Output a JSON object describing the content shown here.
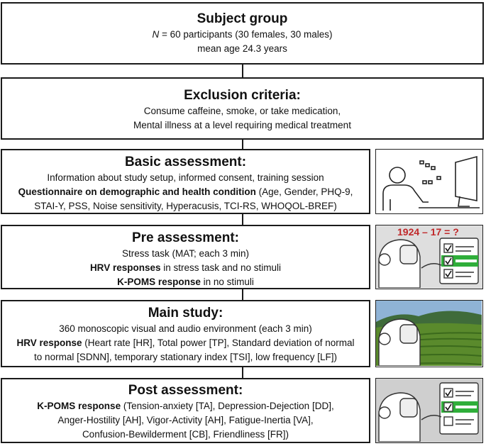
{
  "subject_group": {
    "title": "Subject group",
    "n_symbol": "N",
    "line1_rest": " = 60 participants (30 females, 30 males)",
    "line2": "mean age 24.3 years"
  },
  "exclusion": {
    "title": "Exclusion criteria:",
    "line1": "Consume caffeine, smoke, or take medication,",
    "line2": "Mental illness at a level requiring medical treatment"
  },
  "basic": {
    "title": "Basic assessment:",
    "line1": "Information about study setup, informed consent, training session",
    "line2_bold": "Questionnaire on demographic and health condition",
    "line2_rest": " (Age, Gender, PHQ-9,",
    "line3": "STAI-Y, PSS, Noise sensitivity, Hyperacusis, TCI-RS, WHOQOL-BREF)"
  },
  "pre": {
    "title": "Pre assessment:",
    "line1": "Stress task (MAT; each 3 min)",
    "line2_bold": "HRV responses",
    "line2_rest": " in stress task and no stimuli",
    "line3_bold": "K-POMS response",
    "line3_rest": " in no stimuli",
    "equation": "1924 – 17 = ?"
  },
  "main": {
    "title": "Main study:",
    "line1": "360 monoscopic visual and audio environment (each 3 min)",
    "line2_bold": "HRV response",
    "line2_rest": " (Heart rate [HR], Total power [TP], Standard deviation of normal",
    "line3": "to normal [SDNN], temporary stationary index [TSI], low frequency [LF])"
  },
  "post": {
    "title": "Post assessment:",
    "line1_bold": "K-POMS response",
    "line1_rest": " (Tension-anxiety [TA], Depression-Dejection [DD],",
    "line2": "Anger-Hostility [AH], Vigor-Activity [AH], Fatigue-Inertia [VA],",
    "line3": "Confusion-Bewilderment [CB], Friendliness [FR])"
  },
  "colors": {
    "border": "#1a1a1a",
    "equation_red": "#c0282a",
    "check_green": "#2fae3a",
    "tea_field_green": "#5a8a2c"
  }
}
